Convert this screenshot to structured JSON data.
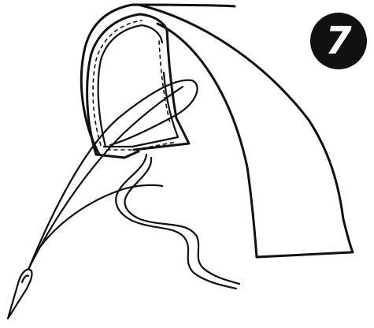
{
  "step": {
    "number": "7"
  },
  "icons": {
    "badge": "step-number-badge",
    "fabric": "curved-fabric-piece",
    "needle": "sewing-needle-icon",
    "thread": "thread-icon"
  },
  "colors": {
    "ink": "#111111",
    "paper": "#ffffff"
  }
}
